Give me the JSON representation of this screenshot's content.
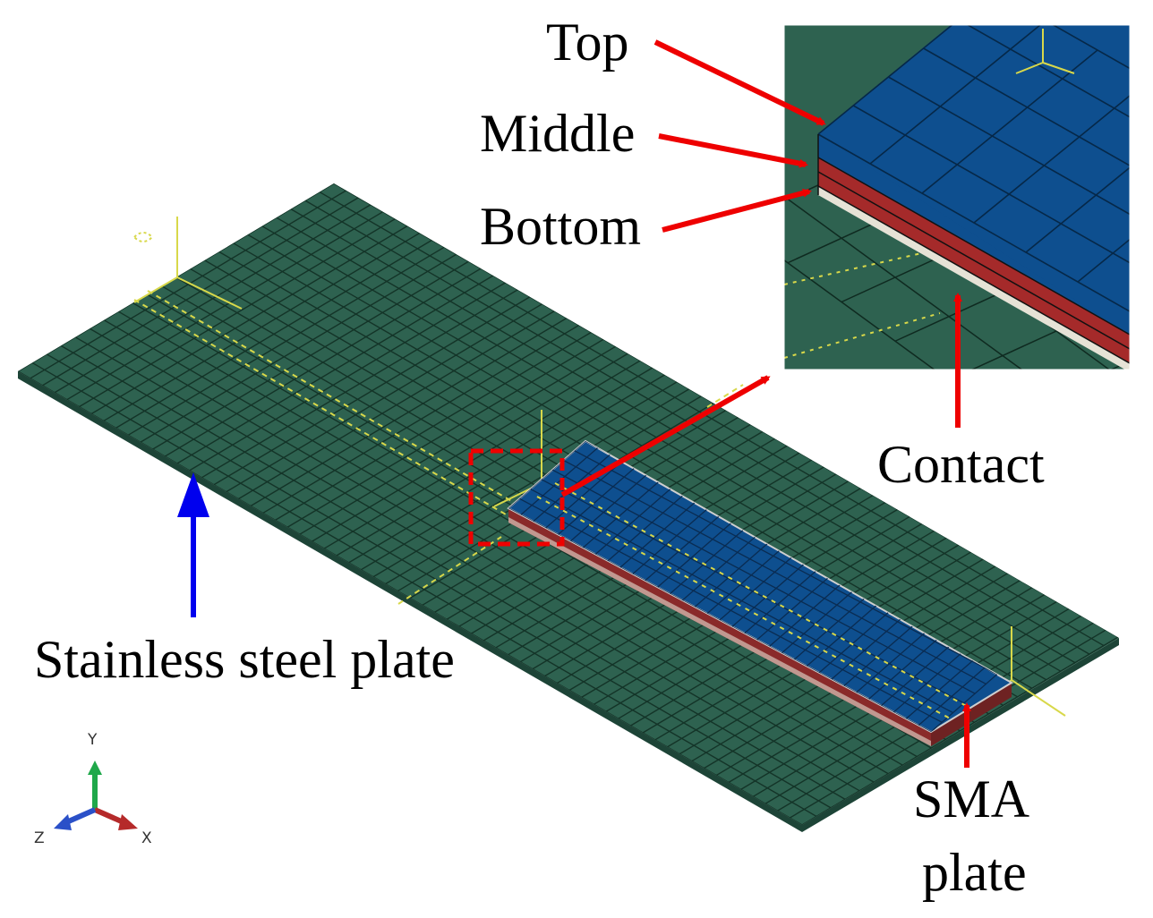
{
  "labels": {
    "top": "Top",
    "middle": "Middle",
    "bottom": "Bottom",
    "contact": "Contact",
    "stainless": "Stainless steel plate",
    "sma_line1": "SMA",
    "sma_line2": "plate"
  },
  "triad": {
    "x": "X",
    "y": "Y",
    "z": "Z"
  },
  "colors": {
    "steel": "#2e6250",
    "steel_mesh": "#143428",
    "sma_top": "#0e4f8f",
    "sma_middle": "#a52a2a",
    "sma_bottom": "#e6e2d6",
    "arrow_red": "#ee0000",
    "arrow_blue": "#0000ee",
    "guide_yellow": "#d8d84a"
  }
}
